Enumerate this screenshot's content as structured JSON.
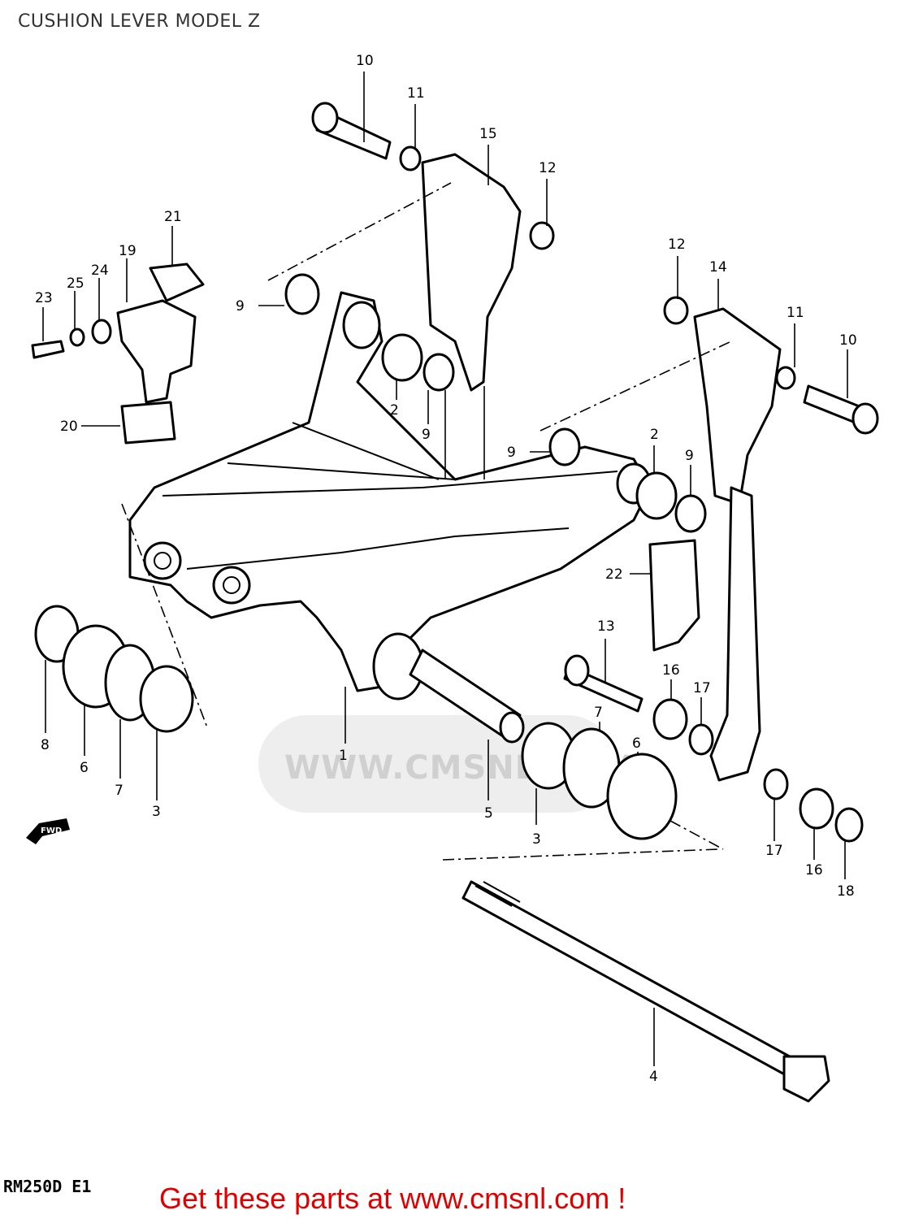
{
  "header": {
    "title": "CUSHION LEVER MODEL Z"
  },
  "diagram": {
    "part_labels": [
      "1",
      "2",
      "2",
      "3",
      "3",
      "4",
      "5",
      "6",
      "6",
      "7",
      "7",
      "8",
      "9",
      "9",
      "9",
      "9",
      "10",
      "10",
      "11",
      "11",
      "12",
      "12",
      "13",
      "14",
      "15",
      "16",
      "16",
      "17",
      "17",
      "18",
      "19",
      "20",
      "21",
      "22",
      "23",
      "24",
      "25"
    ],
    "fwd_marker": "FWD"
  },
  "watermark": {
    "text": "WWW.CMSNL.COM"
  },
  "footer": {
    "model_code": "RM250D E1",
    "cta": "Get these parts at www.cmsnl.com !"
  },
  "colors": {
    "cta": "#e00000",
    "line": "#000000",
    "title": "#333333"
  }
}
